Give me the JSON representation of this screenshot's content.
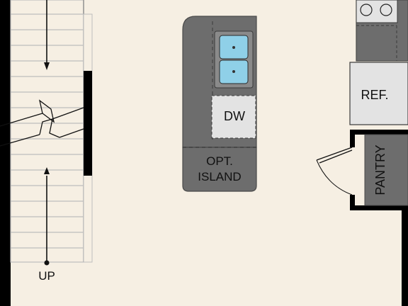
{
  "labels": {
    "dishwasher": "DW",
    "island": [
      "OPT.",
      "ISLAND"
    ],
    "refrigerator": "REF.",
    "pantry": "PANTRY",
    "stairs": "UP"
  },
  "colors": {
    "background": "#f6efe3",
    "wall": "#000000",
    "counter": "#6d6d6d",
    "counter_edge": "#4a4a4a",
    "appliance": "#e3e3e3",
    "sink": "#8fd0e8",
    "stair_line": "#bdbdbd"
  }
}
